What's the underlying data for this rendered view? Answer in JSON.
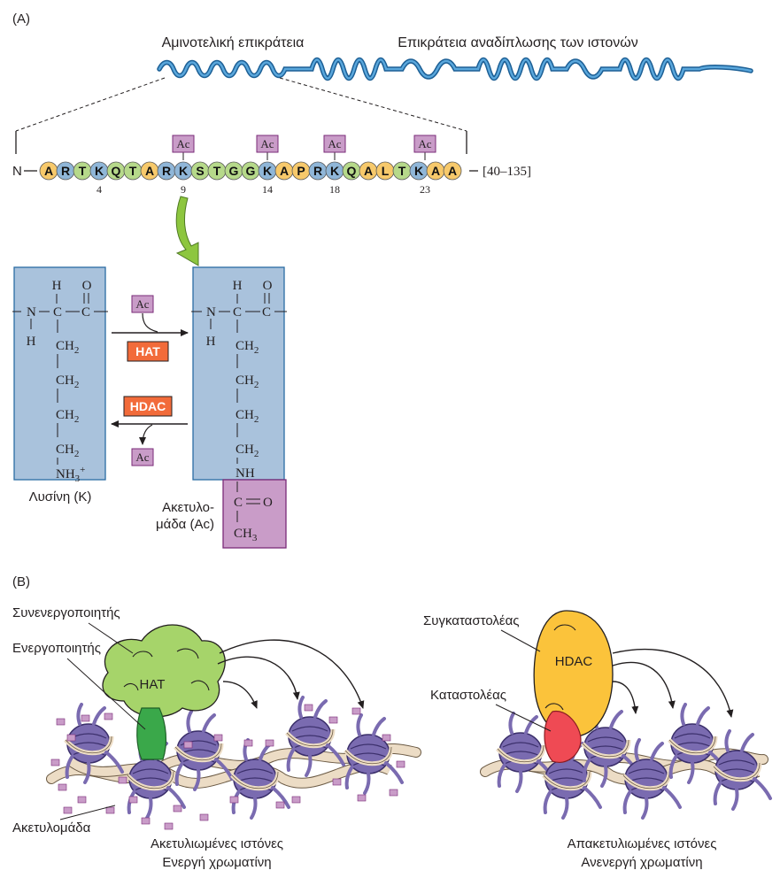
{
  "panel_a": {
    "label": "(A)",
    "tail_label": "Αμινοτελική επικράτεια",
    "fold_label": "Επικράτεια αναδίπλωσης των ιστονών",
    "n_terminus": "N",
    "range_label": "[40–135]",
    "sequence": [
      "A",
      "R",
      "T",
      "K",
      "Q",
      "T",
      "A",
      "R",
      "K",
      "S",
      "T",
      "G",
      "G",
      "K",
      "A",
      "P",
      "R",
      "K",
      "Q",
      "A",
      "L",
      "T",
      "K",
      "A",
      "A"
    ],
    "residue_colors": {
      "A": "#f7c96b",
      "K": "#8fb6d8",
      "R": "#8fb6d8",
      "T": "#b6d98a",
      "S": "#b6d98a",
      "G": "#b6d98a",
      "Q": "#b6d98a",
      "P": "#f7c96b",
      "L": "#f7c96b"
    },
    "position_numbers": [
      "4",
      "9",
      "14",
      "18",
      "23"
    ],
    "acetyl_tag": "Ac",
    "hat_label": "HAT",
    "hdac_label": "HDAC",
    "lysine_label": "Λυσίνη (K)",
    "acetyl_group_label_line1": "Ακετυλο-",
    "acetyl_group_label_line2": "μάδα (Ac)"
  },
  "panel_b": {
    "label": "(B)",
    "coactivator": "Συνενεργοποιητής",
    "activator": "Ενεργοποιητής",
    "hat": "HAT",
    "acetyl_group": "Ακετυλομάδα",
    "acetylated_line1": "Ακετυλιωμένες ιστόνες",
    "acetylated_line2": "Ενεργή χρωματίνη",
    "corepressor": "Συγκαταστολέας",
    "repressor": "Καταστολέας",
    "hdac": "HDAC",
    "deacetylated_line1": "Απακετυλιωμένες ιστόνες",
    "deacetylated_line2": "Ανενεργή χρωματίνη"
  },
  "colors": {
    "box_blue": "#a9c2dc",
    "acetyl_pink": "#c99cc8",
    "enzyme_orange": "#f26b3a",
    "hat_green": "#a6d46a",
    "activator_green": "#3aa84a",
    "hdac_yellow": "#fbc33b",
    "repressor_red": "#ef4a54",
    "nucleosome_purple": "#7a6bb0",
    "dna_beige": "#ecdcc5",
    "arrow_green": "#8dc63f"
  }
}
